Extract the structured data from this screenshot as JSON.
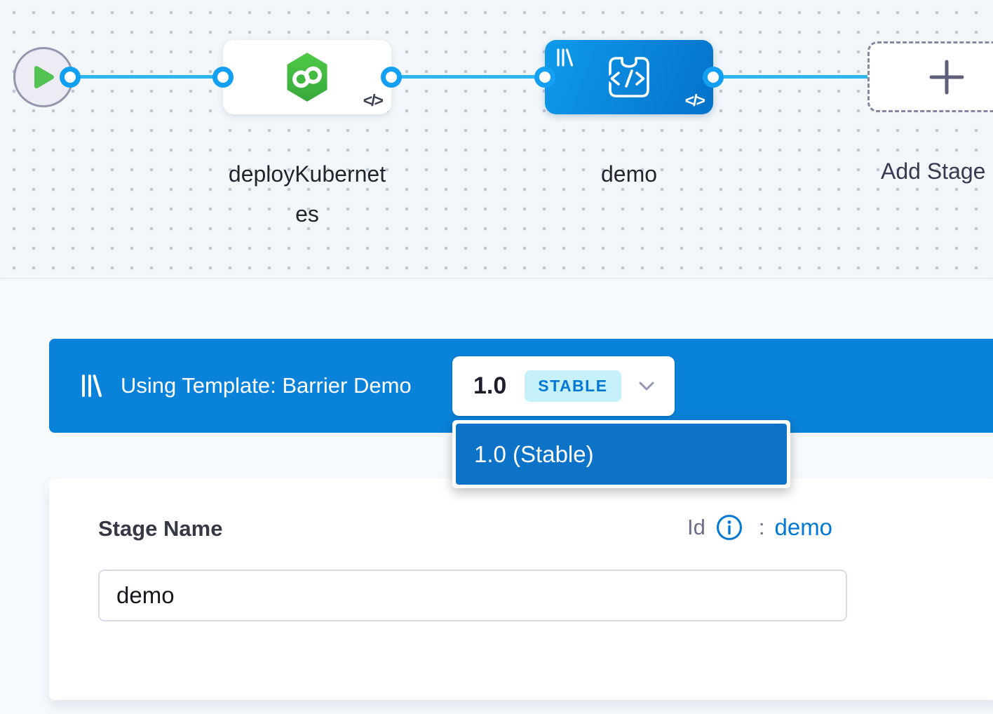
{
  "pipeline_canvas": {
    "start_node": {
      "icon": "play-icon"
    },
    "stages": [
      {
        "name": "deployKubernetes",
        "kind": "deploy-stage",
        "code_badge": "</>"
      },
      {
        "name": "demo",
        "kind": "template-stage",
        "code_badge": "</>"
      }
    ],
    "add_stage": {
      "label": "Add Stage"
    }
  },
  "template_banner": {
    "icon": "template-icon",
    "text": "Using Template: Barrier Demo",
    "version_selector": {
      "version": "1.0",
      "badge": "STABLE"
    }
  },
  "version_menu": {
    "items": [
      "1.0 (Stable)"
    ]
  },
  "stage_form": {
    "name_label": "Stage Name",
    "name_value": "demo",
    "id_label": "Id",
    "id_colon": ":",
    "id_value": "demo"
  },
  "colors": {
    "banner_blue": "#0982d9",
    "menu_item_blue": "#0d73c8",
    "edge_blue": "#2eb6f0",
    "port_ring_blue": "#14a0f2",
    "node_blue_gradient_start": "#0f9ae9",
    "node_blue_gradient_end": "#0472cb",
    "stage_green": "#43bb44",
    "stable_badge_bg": "#c7f0fd",
    "stable_badge_text": "#0278d5",
    "link_blue": "#0278d5",
    "label_dark": "#24242e",
    "muted_gray": "#6c6e8a"
  }
}
